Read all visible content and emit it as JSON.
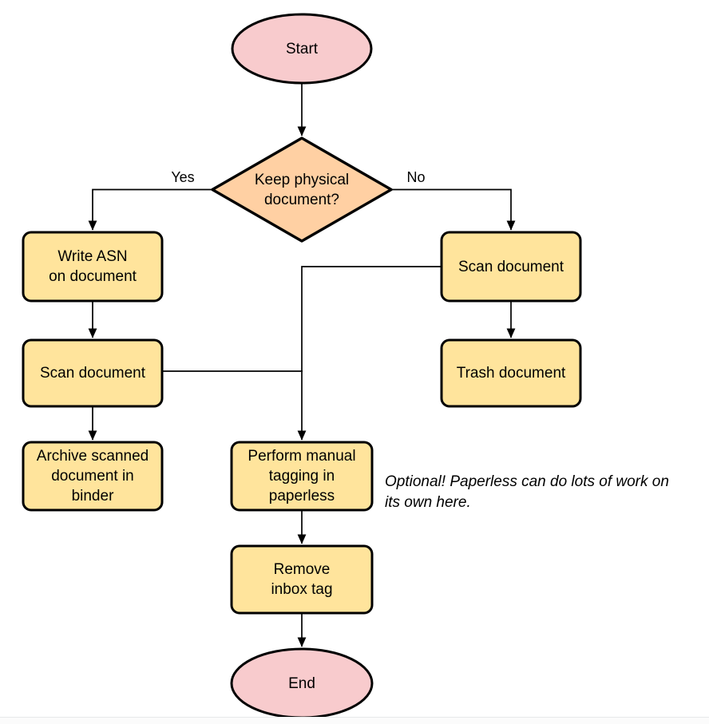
{
  "diagram": {
    "nodes": {
      "start": {
        "label": "Start",
        "shape": "terminator"
      },
      "decision": {
        "label": "Keep physical\ndocument?",
        "shape": "decision"
      },
      "write_asn": {
        "label": "Write ASN\non document",
        "shape": "process"
      },
      "scan_left": {
        "label": "Scan document",
        "shape": "process"
      },
      "archive": {
        "label": "Archive scanned\ndocument in\nbinder",
        "shape": "process"
      },
      "scan_right": {
        "label": "Scan document",
        "shape": "process"
      },
      "trash": {
        "label": "Trash document",
        "shape": "process"
      },
      "tagging": {
        "label": "Perform manual\ntagging in\npaperless",
        "shape": "process"
      },
      "remove_inbox": {
        "label": "Remove\ninbox tag",
        "shape": "process"
      },
      "end": {
        "label": "End",
        "shape": "terminator"
      }
    },
    "edge_labels": {
      "yes": "Yes",
      "no": "No"
    },
    "note": "Optional! Paperless can do lots of work on\nits own here.",
    "colors": {
      "terminator_fill": "#f8cbcd",
      "decision_fill": "#ffd0a3",
      "process_fill": "#ffe49c",
      "stroke": "#000000"
    }
  }
}
